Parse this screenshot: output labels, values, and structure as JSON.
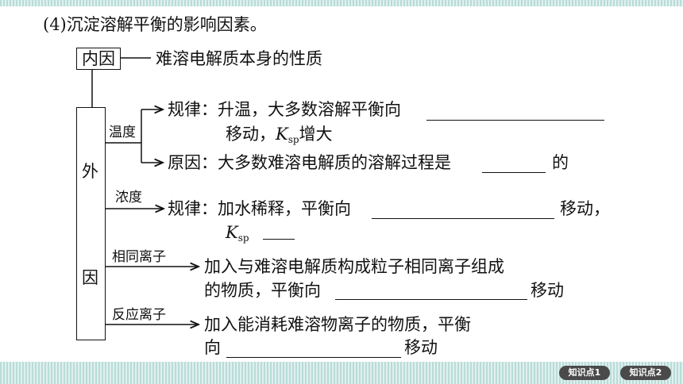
{
  "heading": "(4)沉淀溶解平衡的影响因素。",
  "inner": {
    "box_label": "内因",
    "desc": "难溶电解质本身的性质"
  },
  "outer": {
    "chars": [
      "外",
      "因"
    ]
  },
  "temperature": {
    "label": "温度",
    "rule_line1": "规律：升温，大多数溶解平衡向",
    "rule_line2_pre": "移动，",
    "k_symbol": "K",
    "k_sub": "sp",
    "rule_line2_post": "增大",
    "reason_pre": "原因：大多数难溶电解质的溶解过程是",
    "reason_post": "的"
  },
  "concentration": {
    "label": "浓度",
    "rule_pre": "规律：加水稀释，平衡向",
    "rule_post": "移动，",
    "k_symbol": "K",
    "k_sub": "sp"
  },
  "common_ion": {
    "label": "相同离子",
    "line1": "加入与难溶电解质构成粒子相同离子组成",
    "line2_pre": "的物质，平衡向",
    "line2_post": "移动"
  },
  "reaction_ion": {
    "label": "反应离子",
    "line1": "加入能消耗难溶物离子的物质，平衡",
    "line2_pre": "向",
    "line2_post": "移动"
  },
  "nav": {
    "btn1": "知识点1",
    "btn2": "知识点2"
  }
}
